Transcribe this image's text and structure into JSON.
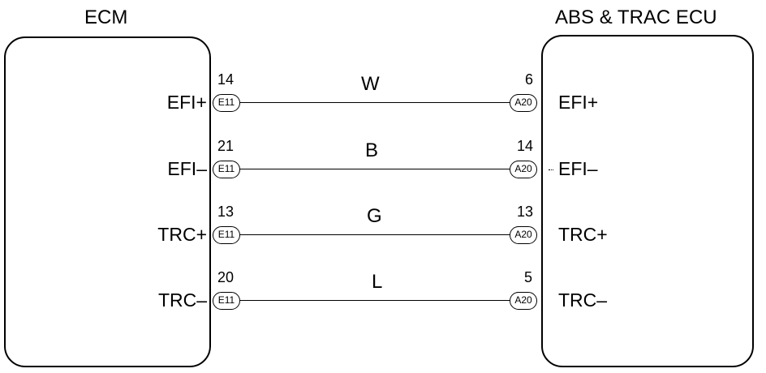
{
  "left_unit": {
    "title": "ECM"
  },
  "right_unit": {
    "title": "ABS & TRAC ECU"
  },
  "circuits": [
    {
      "left_terminal": "EFI+",
      "left_pin": "14",
      "left_connector": "E11",
      "wire_color": "W",
      "right_pin": "6",
      "right_connector": "A20",
      "right_terminal": "EFI+"
    },
    {
      "left_terminal": "EFI–",
      "left_pin": "21",
      "left_connector": "E11",
      "wire_color": "B",
      "right_pin": "14",
      "right_connector": "A20",
      "right_terminal": "EFI–"
    },
    {
      "left_terminal": "TRC+",
      "left_pin": "13",
      "left_connector": "E11",
      "wire_color": "G",
      "right_pin": "13",
      "right_connector": "A20",
      "right_terminal": "TRC+"
    },
    {
      "left_terminal": "TRC–",
      "left_pin": "20",
      "left_connector": "E11",
      "wire_color": "L",
      "right_pin": "5",
      "right_connector": "A20",
      "right_terminal": "TRC–"
    }
  ]
}
